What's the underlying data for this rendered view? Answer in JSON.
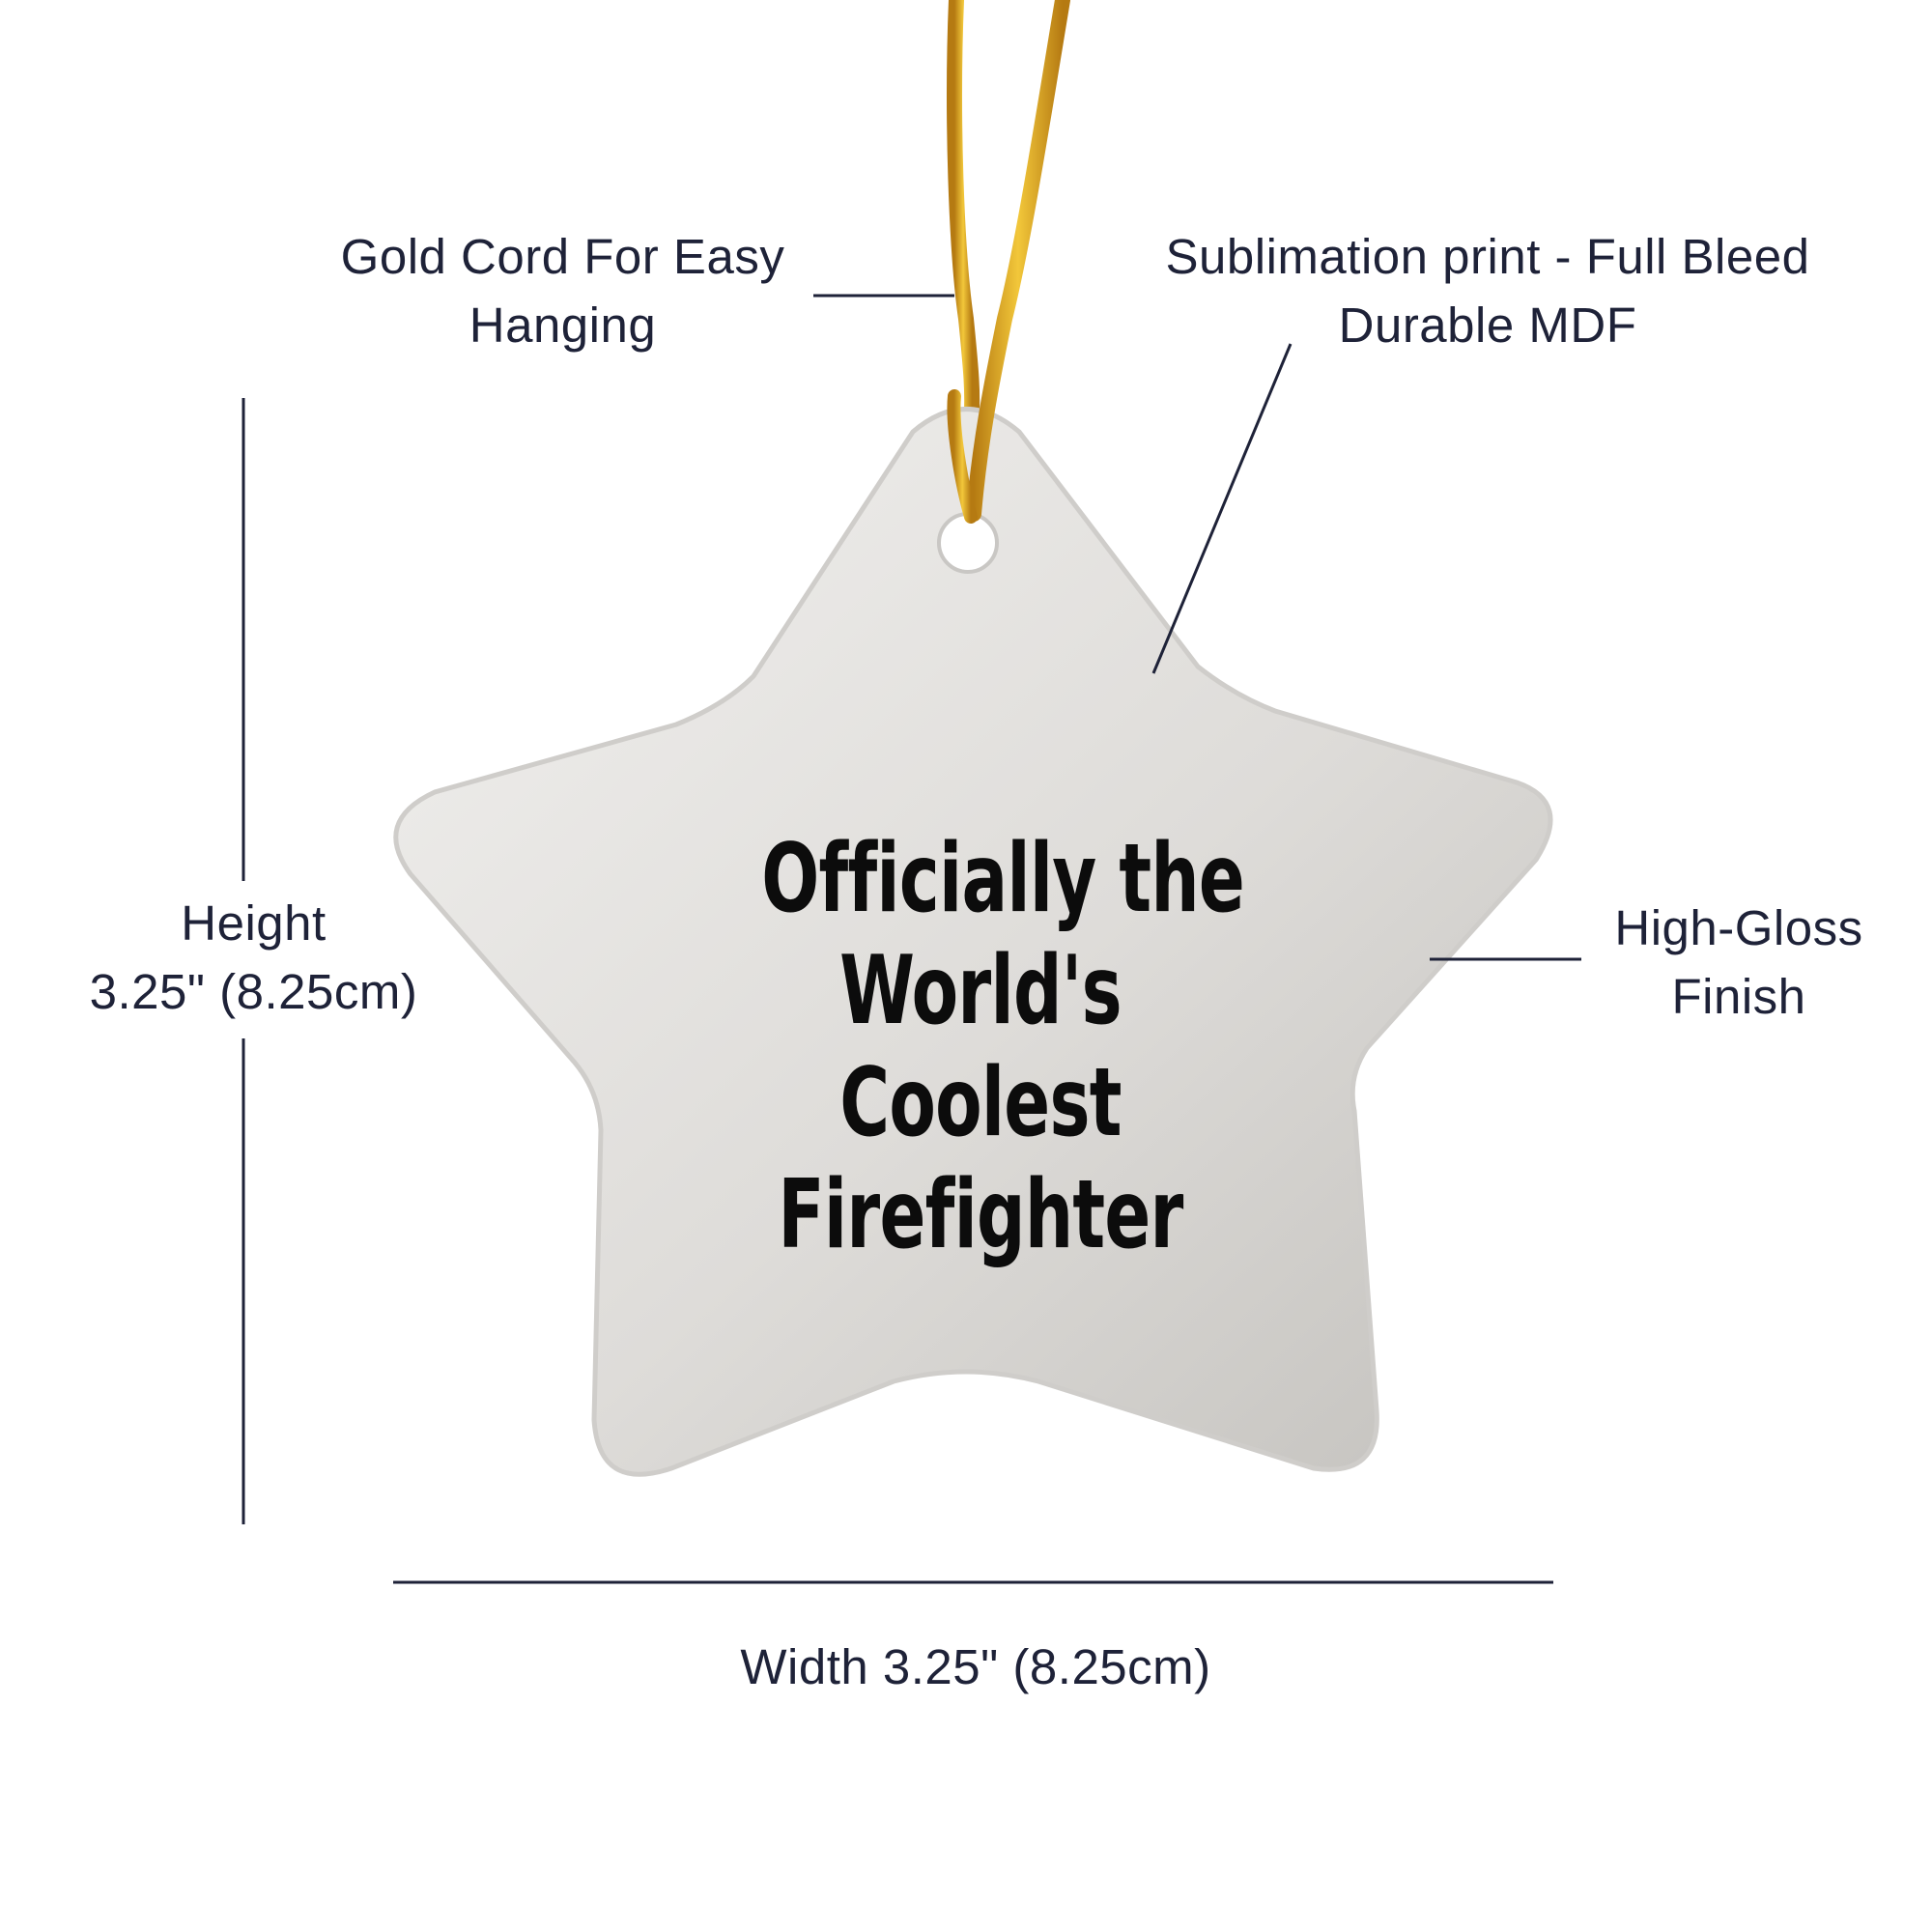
{
  "labels": {
    "gold_cord": {
      "line1": "Gold Cord For Easy",
      "line2": "Hanging"
    },
    "sublimation": {
      "line1": "Sublimation print - Full Bleed",
      "line2": "Durable MDF"
    },
    "height": {
      "line1": "Height",
      "line2": "3.25\" (8.25cm)"
    },
    "high_gloss": {
      "line1": "High-Gloss",
      "line2": "Finish"
    },
    "width": "Width 3.25\" (8.25cm)"
  },
  "ornament": {
    "text_lines": [
      "Officially the",
      "World's",
      "Coolest",
      "Firefighter"
    ]
  },
  "colors": {
    "ink": "#1e2238",
    "cord_gold": "#e3b21f",
    "ornament_fill": "#e6e4e1"
  }
}
